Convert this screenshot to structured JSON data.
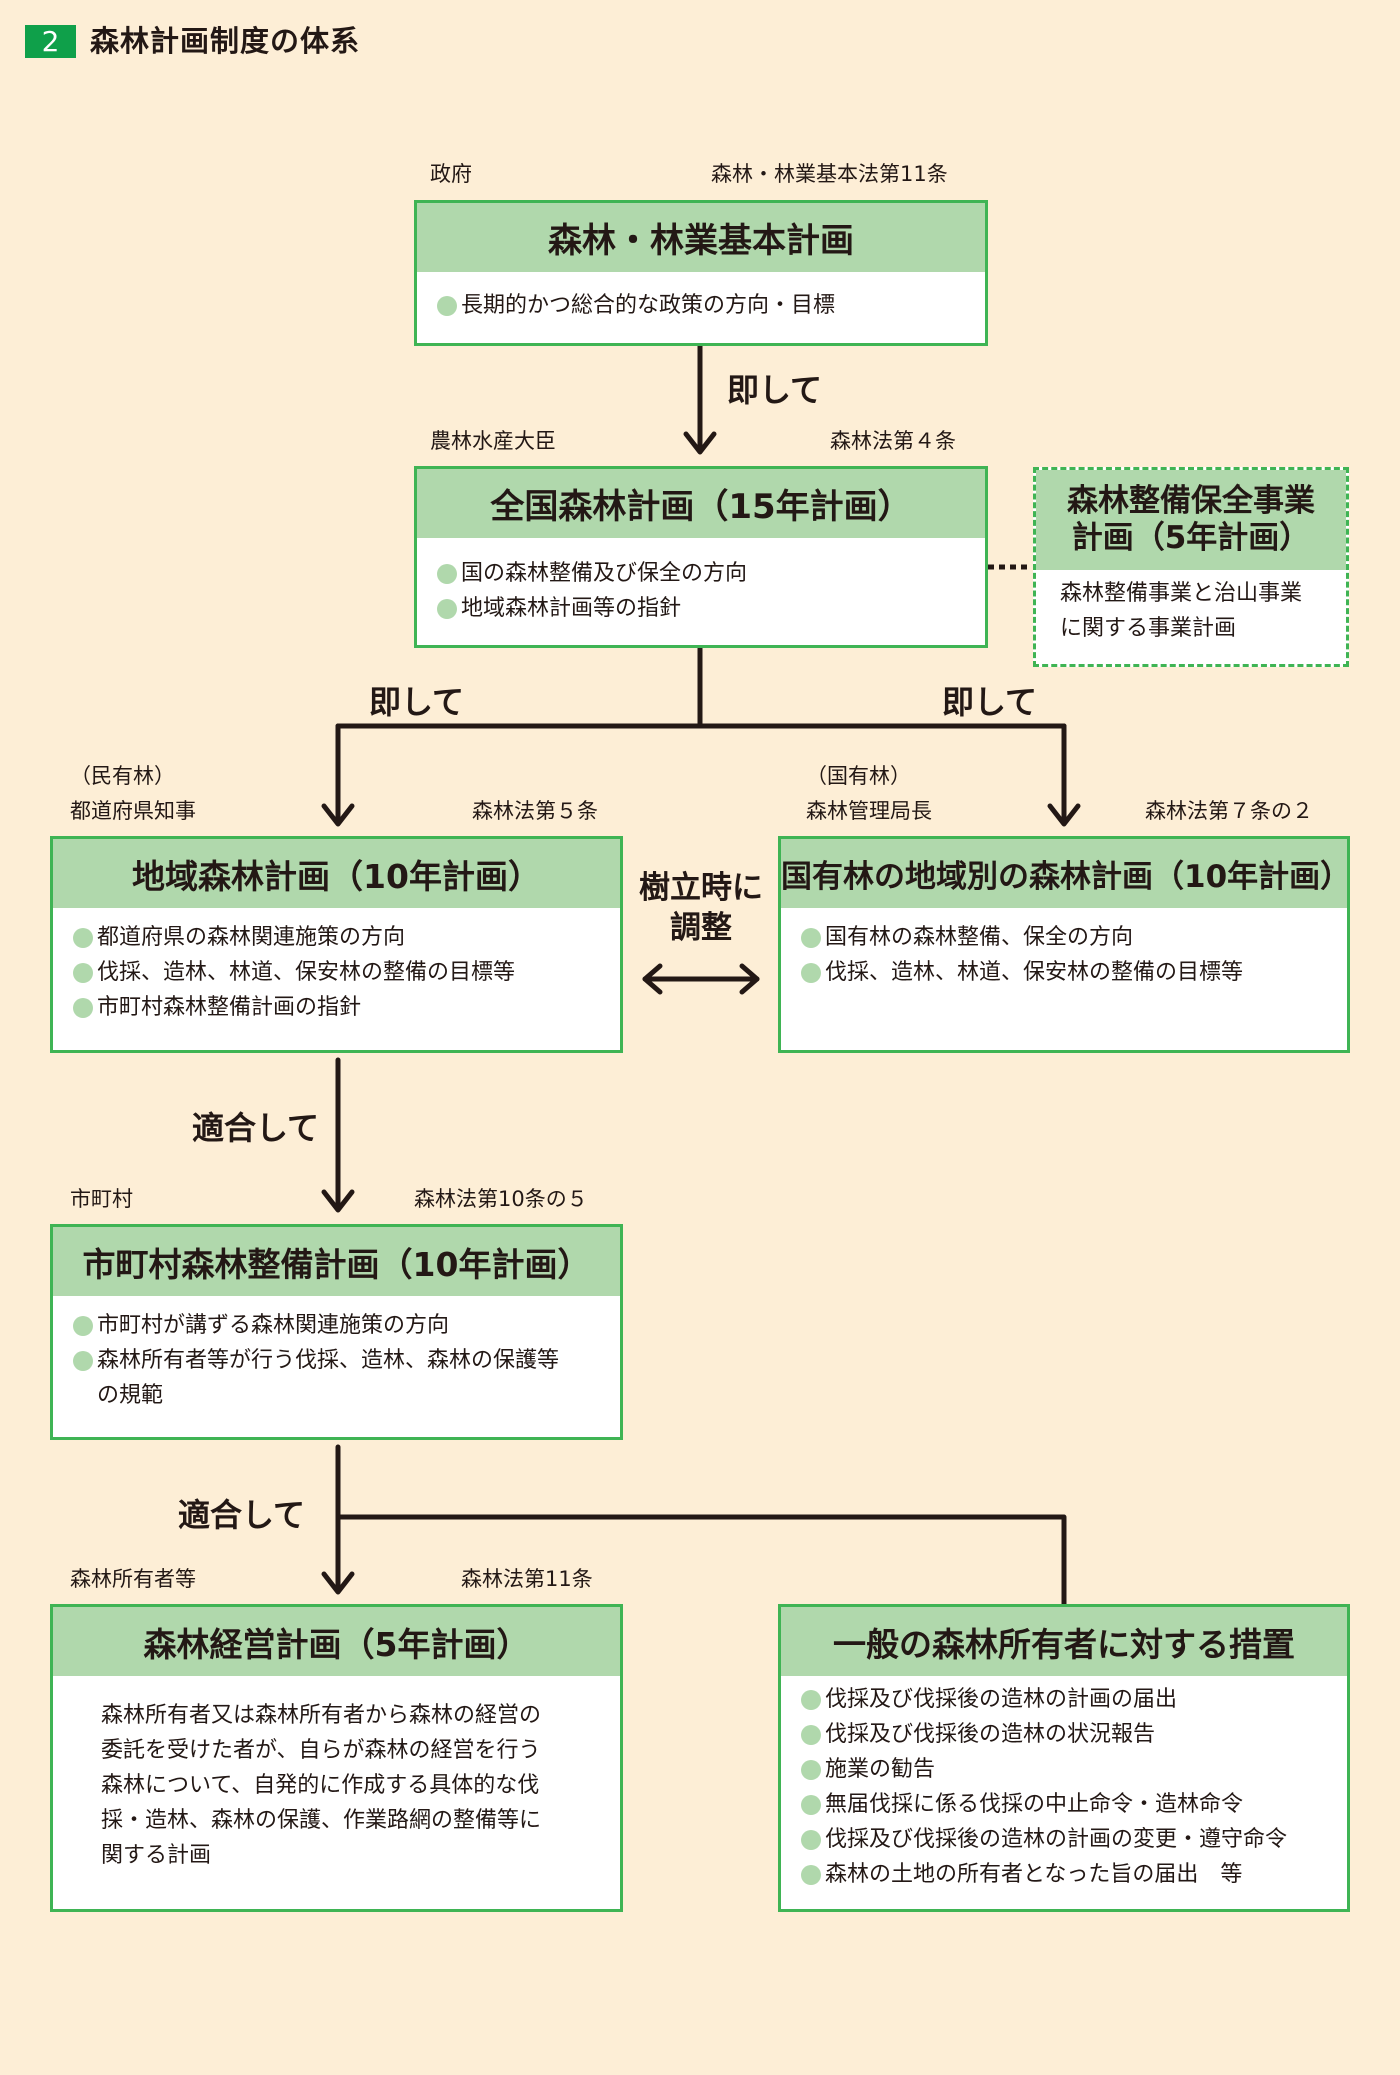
{
  "section": {
    "number": "2",
    "title": "森林計画制度の体系"
  },
  "colors": {
    "background": "#fdeed6",
    "box_border": "#3fb454",
    "box_head": "#b0d8ac",
    "badge": "#0fa04a",
    "line": "#231815"
  },
  "basic_plan": {
    "issuer": "政府",
    "law": "森林・林業基本法第11条",
    "title": "森林・林業基本計画",
    "items": [
      "長期的かつ総合的な政策の方向・目標"
    ]
  },
  "conn1": "即して",
  "national_plan": {
    "issuer": "農林水産大臣",
    "law": "森林法第４条",
    "title": "全国森林計画（15年計画）",
    "items": [
      "国の森林整備及び保全の方向",
      "地域森林計画等の指針"
    ]
  },
  "conservation_plan": {
    "title_line1": "森林整備保全事業",
    "title_line2": "計画（5年計画）",
    "desc_line1": "森林整備事業と治山事業",
    "desc_line2": "に関する事業計画"
  },
  "conn_left": "即して",
  "conn_right": "即して",
  "regional_plan": {
    "category": "（民有林）",
    "issuer": "都道府県知事",
    "law": "森林法第５条",
    "title": "地域森林計画（10年計画）",
    "items": [
      "都道府県の森林関連施策の方向",
      "伐採、造林、林道、保安林の整備の目標等",
      "市町村森林整備計画の指針"
    ]
  },
  "adjust": {
    "line1": "樹立時に",
    "line2": "調整"
  },
  "national_forest_plan": {
    "category": "（国有林）",
    "issuer": "森林管理局長",
    "law": "森林法第７条の２",
    "title": "国有林の地域別の森林計画（10年計画）",
    "items": [
      "国有林の森林整備、保全の方向",
      "伐採、造林、林道、保安林の整備の目標等"
    ]
  },
  "conn_fit1": "適合して",
  "municipal_plan": {
    "issuer": "市町村",
    "law": "森林法第10条の５",
    "title": "市町村森林整備計画（10年計画）",
    "items": [
      "市町村が講ずる森林関連施策の方向",
      "森林所有者等が行う伐採、造林、森林の保護等の規範"
    ]
  },
  "conn_fit2": "適合して",
  "management_plan": {
    "issuer": "森林所有者等",
    "law": "森林法第11条",
    "title": "森林経営計画（5年計画）",
    "lines": [
      "森林所有者又は森林所有者から森林の経営の",
      "委託を受けた者が、自らが森林の経営を行う",
      "森林について、自発的に作成する具体的な伐",
      "採・造林、森林の保護、作業路網の整備等に",
      "関する計画"
    ]
  },
  "general_measures": {
    "title": "一般の森林所有者に対する措置",
    "items": [
      "伐採及び伐採後の造林の計画の届出",
      "伐採及び伐採後の造林の状況報告",
      "施業の勧告",
      "無届伐採に係る伐採の中止命令・造林命令",
      "伐採及び伐採後の造林の計画の変更・遵守命令",
      "森林の土地の所有者となった旨の届出　等"
    ]
  }
}
